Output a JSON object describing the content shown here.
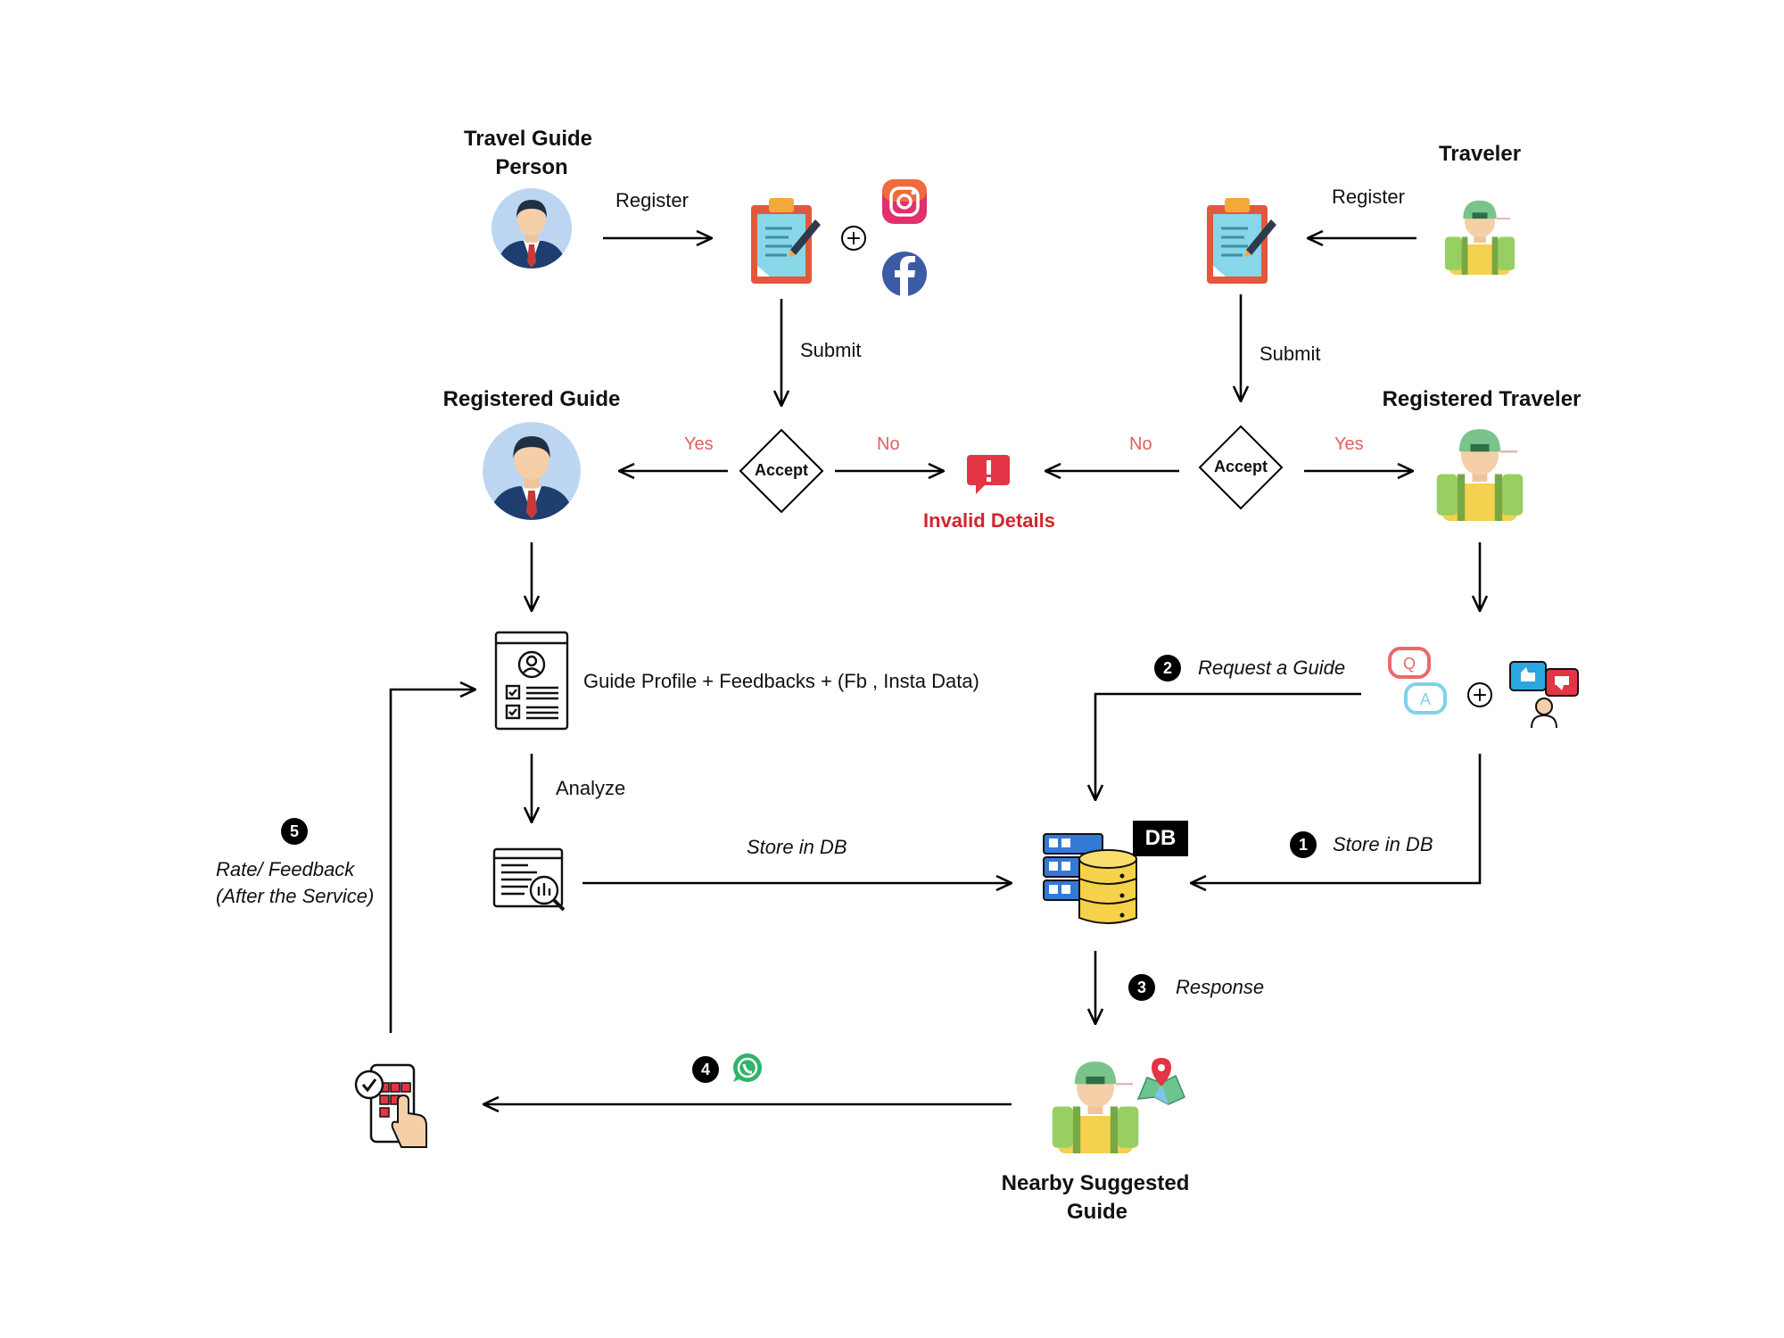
{
  "nodes": {
    "travel_guide_person_line1": "Travel Guide",
    "travel_guide_person_line2": "Person",
    "traveler": "Traveler",
    "registered_guide": "Registered Guide",
    "registered_traveler": "Registered Traveler",
    "accept_left": "Accept",
    "accept_right": "Accept",
    "invalid_details": "Invalid Details",
    "guide_profile": "Guide Profile + Feedbacks + (Fb , Insta Data)",
    "db": "DB",
    "nearby_line1": "Nearby Suggested",
    "nearby_line2": "Guide"
  },
  "edges": {
    "register_left": "Register",
    "register_right": "Register",
    "submit_left": "Submit",
    "submit_right": "Submit",
    "yes_left": "Yes",
    "no_left": "No",
    "no_right": "No",
    "yes_right": "Yes",
    "analyze": "Analyze",
    "store_in_db_left": "Store in DB",
    "store_in_db_right": "Store in DB",
    "request_a_guide": "Request a Guide",
    "response": "Response",
    "rate_feedback_line1": "Rate/ Feedback",
    "rate_feedback_line2": "(After the Service)"
  },
  "steps": {
    "s1": "1",
    "s2": "2",
    "s3": "3",
    "s4": "4",
    "s5": "5"
  },
  "plus_symbol": "+",
  "icons": [
    "guide-person-icon",
    "registration-clipboard-icon",
    "instagram-icon",
    "facebook-icon",
    "traveler-icon",
    "error-message-icon",
    "profile-document-icon",
    "analysis-screen-icon",
    "database-server-icon",
    "qa-bubbles-icon",
    "feedback-icon",
    "whatsapp-icon",
    "map-pin-icon",
    "mobile-rating-icon"
  ],
  "colors": {
    "yes_no": "#e06060",
    "invalid": "#d0262c",
    "line": "#000000"
  }
}
